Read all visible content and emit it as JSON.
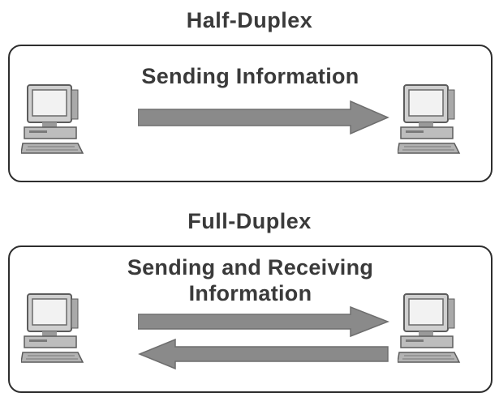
{
  "half_duplex": {
    "title": "Half-Duplex",
    "label": "Sending Information"
  },
  "full_duplex": {
    "title": "Full-Duplex",
    "label_line1": "Sending and Receiving",
    "label_line2": "Information"
  },
  "icons": {
    "computer": "computer-icon",
    "arrow_right": "arrow-right-icon",
    "arrow_left": "arrow-left-icon"
  },
  "colors": {
    "text": "#3a3a3a",
    "border": "#2e2e2e",
    "arrow": "#8a8a8a",
    "computer_body": "#c8c8c8",
    "computer_dark": "#6e6e6e"
  }
}
